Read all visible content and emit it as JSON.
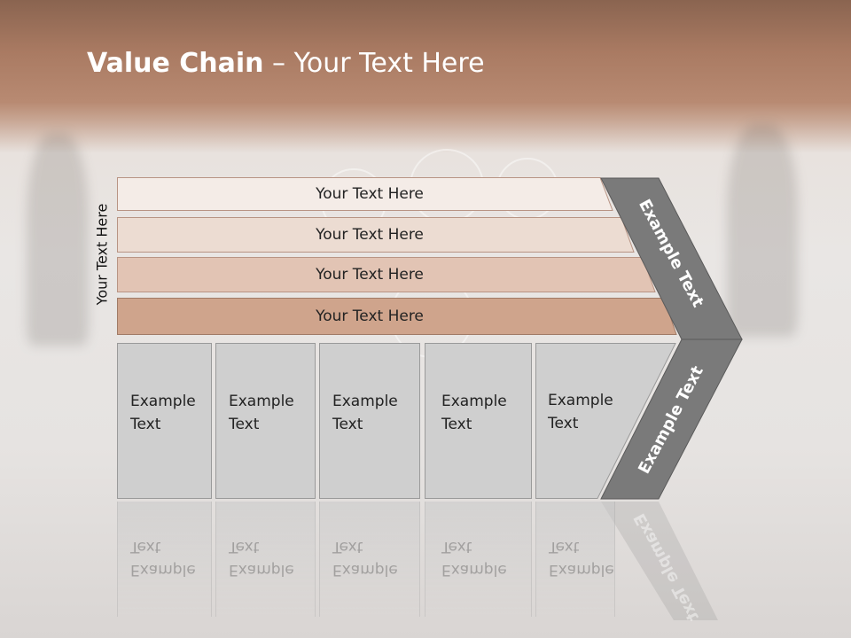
{
  "slide": {
    "title_bold": "Value Chain",
    "title_rest": " – Your Text Here",
    "vertical_label": "Your Text Here",
    "bands": [
      {
        "label": "Your Text Here",
        "fill": "#f4ece7"
      },
      {
        "label": "Your Text Here",
        "fill": "#ecdcd2"
      },
      {
        "label": "Your Text Here",
        "fill": "#e2c4b4"
      },
      {
        "label": "Your Text Here",
        "fill": "#cfa48c"
      }
    ],
    "boxes": [
      {
        "line1": "Example",
        "line2": "Text"
      },
      {
        "line1": "Example",
        "line2": "Text"
      },
      {
        "line1": "Example",
        "line2": "Text"
      },
      {
        "line1": "Example",
        "line2": "Text"
      },
      {
        "line1": "Example",
        "line2": "Text"
      }
    ],
    "chevron_upper": "Example Text",
    "chevron_lower": "Example Text",
    "colors": {
      "chevron": "#7a7a7a",
      "chevron_border": "#5a5a5a",
      "box": "#cfcfcf",
      "title": "#ffffff"
    }
  }
}
